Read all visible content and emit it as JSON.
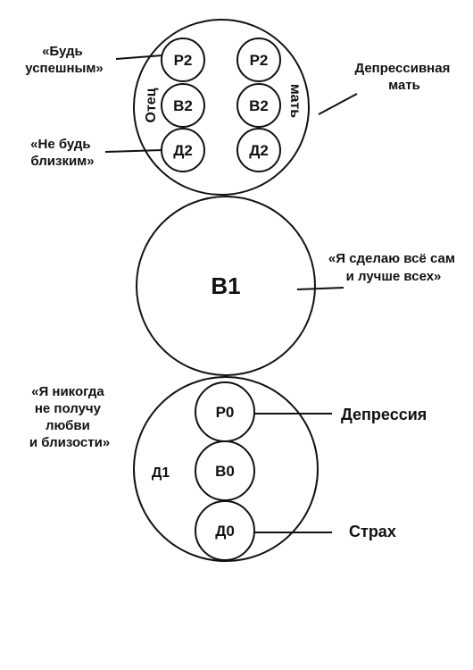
{
  "parent": {
    "father_label": "Отец",
    "mother_label": "мать",
    "p_label": "Р2",
    "a_label": "В2",
    "c_label": "Д2"
  },
  "adult": {
    "label": "В1"
  },
  "child": {
    "side_label": "Д1",
    "p_label": "Р0",
    "a_label": "В0",
    "c_label": "Д0"
  },
  "notes": {
    "be_successful": [
      "«Будь",
      "успешным»"
    ],
    "dont_be_close": [
      "«Не будь",
      "близким»"
    ],
    "depressive_mother": [
      "Депрессивная",
      "мать"
    ],
    "do_it_myself": [
      "«Я сделаю всё сам",
      "и лучше всех»"
    ],
    "never_love": [
      "«Я никогда",
      "не получу",
      "любви",
      "и близости»"
    ],
    "depression": "Депрессия",
    "fear": "Страх"
  }
}
